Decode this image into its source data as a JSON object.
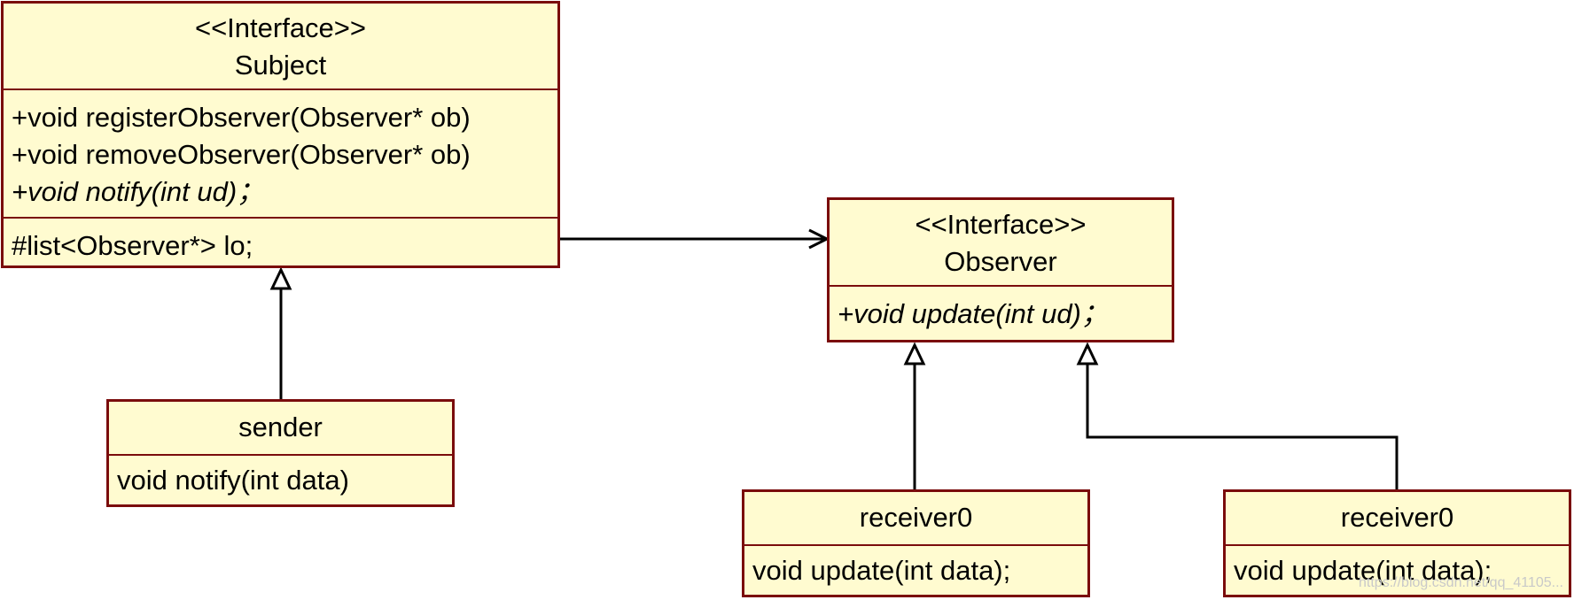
{
  "diagram": {
    "classes": {
      "subject": {
        "stereotype": "<<Interface>>",
        "name": "Subject",
        "operations": [
          "+void registerObserver(Observer* ob)",
          "+void removeObserver(Observer* ob)",
          "+void notify(int ud)；"
        ],
        "attributes": [
          "#list<Observer*> lo;"
        ]
      },
      "observer": {
        "stereotype": "<<Interface>>",
        "name": "Observer",
        "operations": [
          "+void update(int ud)；"
        ]
      },
      "sender": {
        "name": "sender",
        "operations": [
          "void notify(int data)"
        ]
      },
      "receiver_a": {
        "name": "receiver0",
        "operations": [
          "void update(int data);"
        ]
      },
      "receiver_b": {
        "name": "receiver0",
        "operations": [
          "void update(int data);"
        ]
      }
    },
    "relations": [
      {
        "type": "association",
        "from": "Subject",
        "to": "Observer"
      },
      {
        "type": "realization",
        "from": "sender",
        "to": "Subject"
      },
      {
        "type": "realization",
        "from": "receiver0",
        "to": "Observer"
      },
      {
        "type": "realization",
        "from": "receiver0",
        "to": "Observer"
      }
    ],
    "colors": {
      "fill": "#fffbd0",
      "border": "#7a0c0c",
      "line": "#000000"
    }
  },
  "watermark": "https://blog.csdn.net/qq_41105..."
}
